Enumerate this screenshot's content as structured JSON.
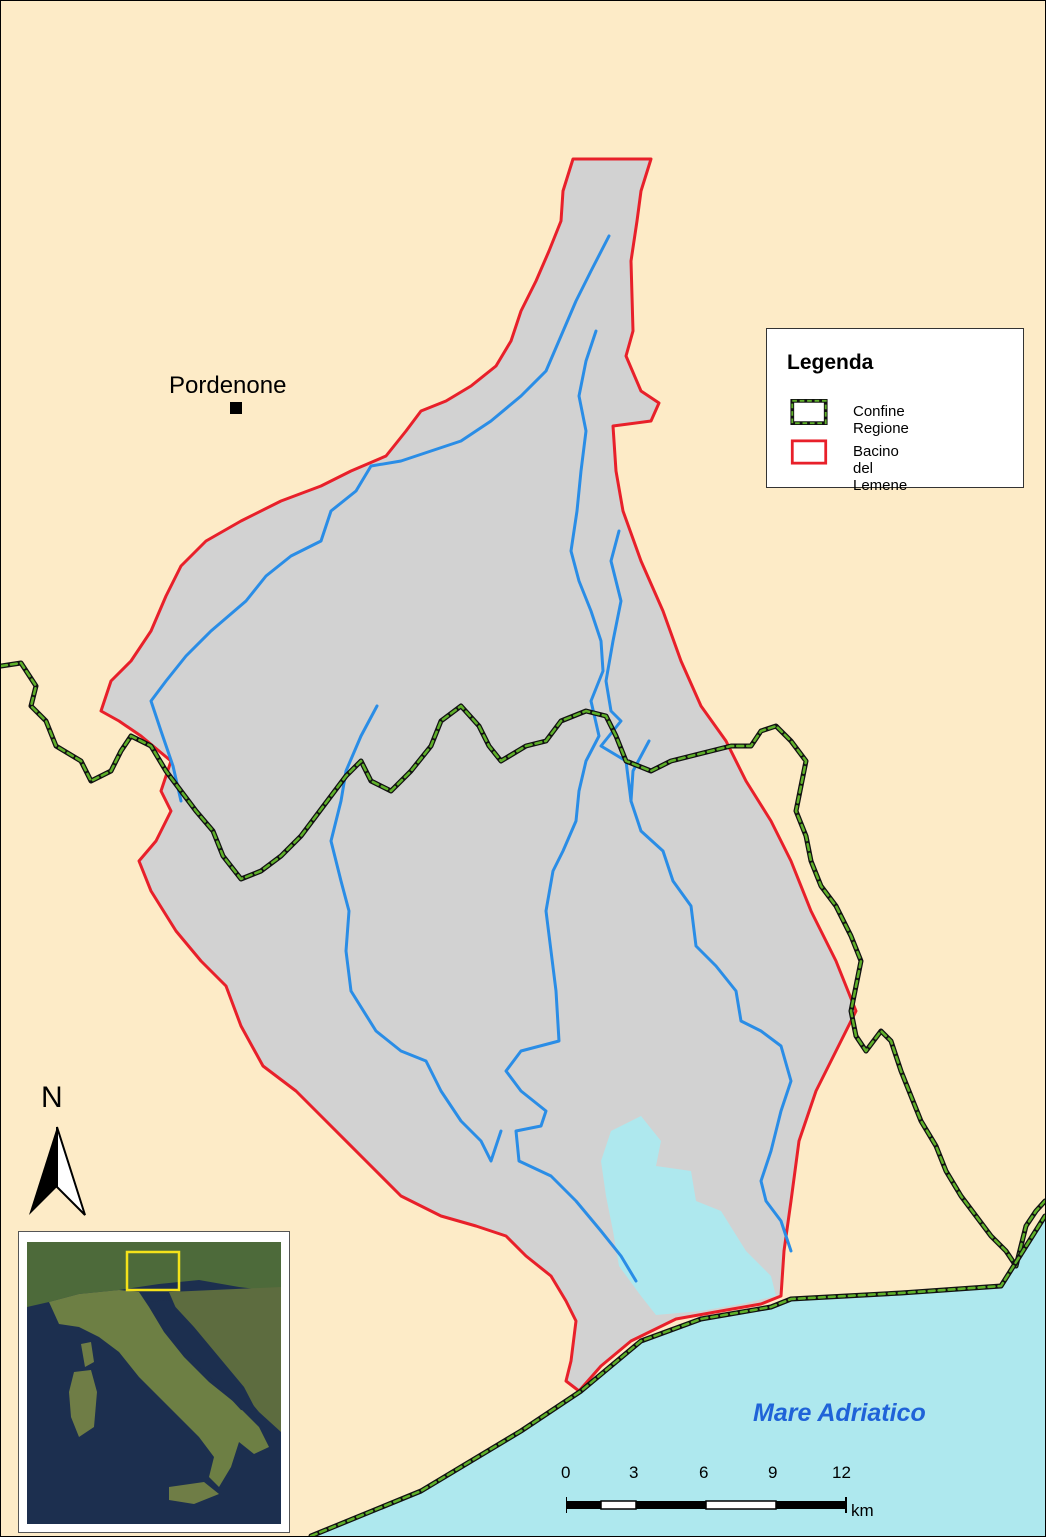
{
  "map": {
    "city_label": "Pordenone",
    "sea_label": "Mare Adriatico",
    "north_label": "N",
    "colors": {
      "land": "#fdebc7",
      "basin_fill": "#d2d2d2",
      "basin_border": "#e8202a",
      "river": "#2a8de6",
      "sea": "#aee8ee",
      "lagoon": "#aee8ee",
      "region_border_outer": "#111111",
      "region_border_inner": "#5fb02a"
    }
  },
  "legend": {
    "title": "Legenda",
    "items": [
      {
        "label": "Confine Regione",
        "style": "dashed-green-black"
      },
      {
        "label": "Bacino del Lemene",
        "style": "red-outline"
      }
    ]
  },
  "scalebar": {
    "ticks": [
      "0",
      "3",
      "6",
      "9",
      "12"
    ],
    "unit": "km"
  },
  "inset": {
    "description_icon": "italy-satellite-inset"
  }
}
